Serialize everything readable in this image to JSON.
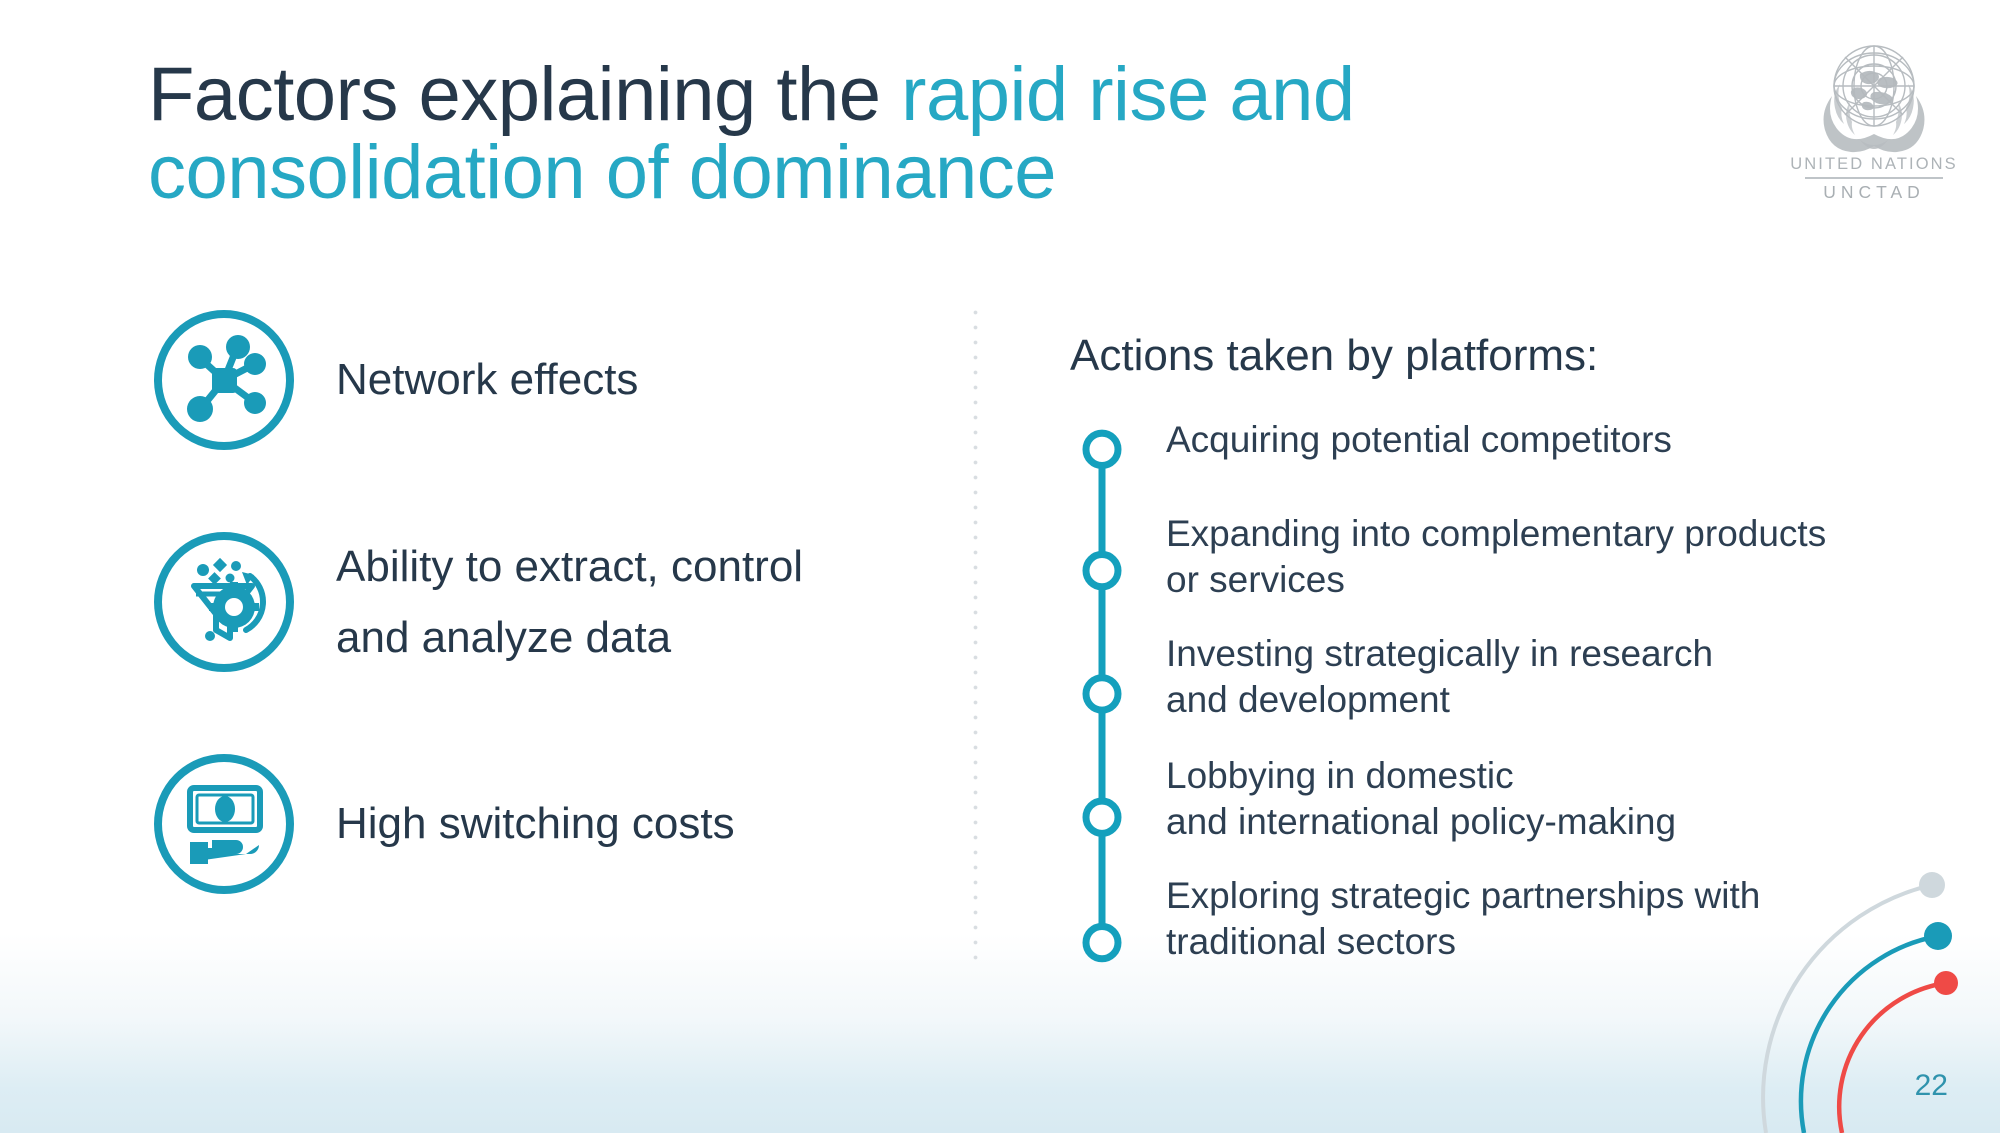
{
  "slide": {
    "page_number": "22",
    "title": {
      "segment_dark": "Factors explaining the ",
      "segment_teal_1": "rapid rise and",
      "segment_teal_2": "consolidation of dominance"
    },
    "logo": {
      "emblem_name": "un-emblem",
      "line1": "UNITED NATIONS",
      "line2": "UNCTAD"
    },
    "left_column": {
      "factors": [
        {
          "icon": "network-nodes-icon",
          "label": "Network effects"
        },
        {
          "icon": "data-funnel-gear-icon",
          "label_line1": "Ability to extract, control",
          "label_line2": "and analyze data"
        },
        {
          "icon": "banknote-hand-icon",
          "label": "High switching costs"
        }
      ]
    },
    "right_column": {
      "heading": "Actions taken by platforms:",
      "actions": [
        {
          "line1": "Acquiring potential competitors",
          "line2": ""
        },
        {
          "line1": "Expanding into complementary products",
          "line2": "or services"
        },
        {
          "line1": "Investing strategically in research",
          "line2": "and development"
        },
        {
          "line1": "Lobbying in domestic",
          "line2": "and international policy-making"
        },
        {
          "line1": "Exploring strategic partnerships with",
          "line2": "traditional sectors"
        }
      ]
    },
    "colors": {
      "title_dark": "#26384a",
      "title_teal": "#26a8c4",
      "icon_teal": "#1a9bb8",
      "timeline_teal": "#14a0bd",
      "body_text": "#2d3f52",
      "logo_grey": "#adb3b7",
      "arc_grey": "#cfd8dd",
      "arc_teal": "#1a9bb8",
      "arc_red": "#ef4a46",
      "page_number": "#2f93ad",
      "divider_dots": "#d8dde1"
    }
  }
}
